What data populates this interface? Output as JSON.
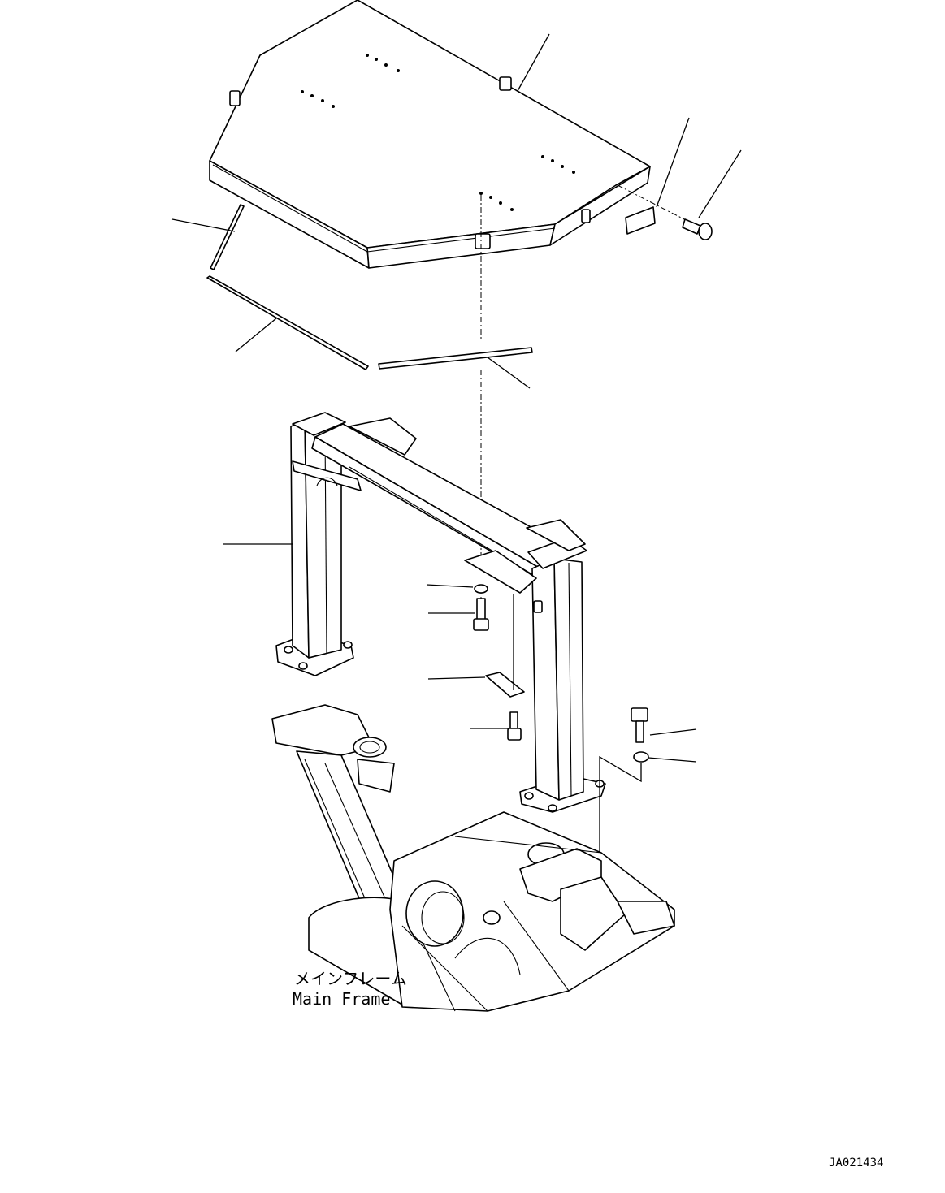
{
  "diagram": {
    "frame_label_jp": "メインフレーム",
    "frame_label_en": "Main Frame",
    "drawing_id": "JA021434"
  }
}
